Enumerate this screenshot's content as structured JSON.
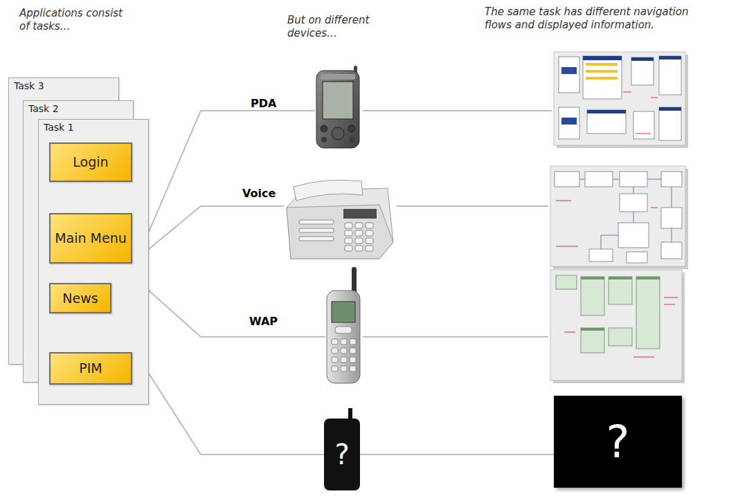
{
  "diagram": {
    "nodes": [
      {
        "text": [
          "Task 3"
        ]
      },
      {
        "text": [
          "Task 2"
        ]
      },
      {
        "text": [
          "Task 1"
        ]
      },
      {
        "text": [
          "Login"
        ],
        "in": 2
      },
      {
        "text": [
          "Main Menu"
        ],
        "in": 2
      },
      {
        "text": [
          "News"
        ],
        "in": 2
      },
      {
        "text": [
          "PIM"
        ],
        "in": 2
      },
      {
        "text": [
          "PDA"
        ]
      },
      {
        "text": [
          "Voice"
        ]
      },
      {
        "text": [
          "WAP"
        ]
      },
      {
        "text": [
          "?"
        ]
      },
      {
        "text": [
          "?"
        ]
      }
    ],
    "edges": [
      {
        "from": 3,
        "to": 4,
        "arrow": "to"
      },
      {
        "from": 4,
        "to": 5,
        "arrow": "to"
      },
      {
        "from": 5,
        "to": 6,
        "arrow": "to"
      },
      {
        "from": 2,
        "to": 7,
        "arrow": "none"
      },
      {
        "from": 2,
        "to": 8,
        "arrow": "none"
      },
      {
        "from": 2,
        "to": 9,
        "arrow": "none"
      },
      {
        "from": 2,
        "to": 10,
        "arrow": "none"
      },
      {
        "from": 10,
        "to": 11,
        "arrow": "none"
      }
    ],
    "labels": [
      "Applications consist of tasks…",
      "But on different devices…",
      "The same task has different navigation flows and displayed information."
    ]
  }
}
